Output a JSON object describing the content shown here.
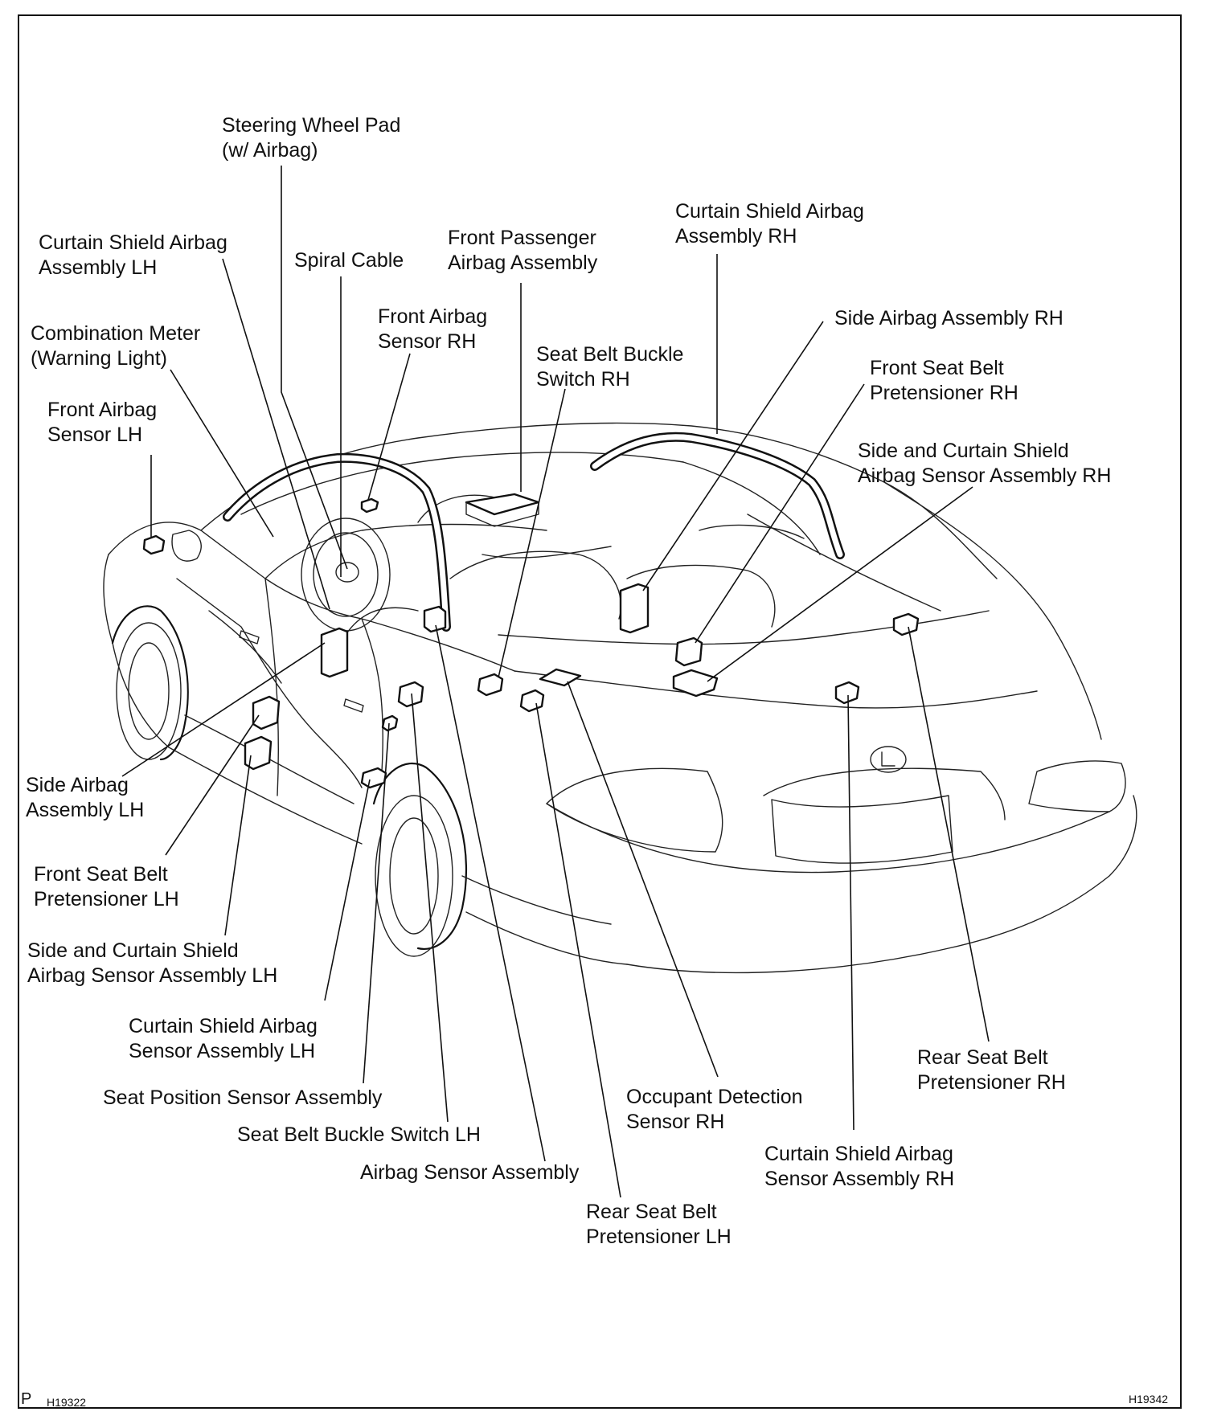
{
  "labels": {
    "steering_wheel_pad": "Steering Wheel Pad\n(w/ Airbag)",
    "curtain_shield_airbag_lh": "Curtain Shield Airbag\nAssembly LH",
    "spiral_cable": "Spiral Cable",
    "front_passenger_airbag": "Front Passenger\nAirbag Assembly",
    "curtain_shield_airbag_rh": "Curtain Shield Airbag\nAssembly RH",
    "combination_meter": "Combination Meter\n(Warning Light)",
    "front_airbag_sensor_rh": "Front Airbag\nSensor RH",
    "seat_belt_buckle_switch_rh": "Seat Belt Buckle\nSwitch RH",
    "side_airbag_rh": "Side Airbag Assembly RH",
    "front_seat_belt_pretensioner_rh": "Front Seat Belt\nPretensioner RH",
    "front_airbag_sensor_lh": "Front Airbag\nSensor LH",
    "side_curtain_sensor_rh": "Side and Curtain Shield\nAirbag Sensor Assembly RH",
    "side_airbag_lh": "Side Airbag\nAssembly LH",
    "front_seat_belt_pretensioner_lh": "Front Seat Belt\nPretensioner LH",
    "side_curtain_sensor_lh": "Side and Curtain Shield\nAirbag Sensor Assembly LH",
    "curtain_shield_sensor_lh": "Curtain Shield Airbag\nSensor Assembly LH",
    "seat_position_sensor": "Seat Position Sensor Assembly",
    "seat_belt_buckle_switch_lh": "Seat Belt Buckle Switch LH",
    "airbag_sensor_assembly": "Airbag Sensor Assembly",
    "rear_seat_belt_pretensioner_lh": "Rear Seat Belt\nPretensioner LH",
    "occupant_detection_sensor": "Occupant Detection\nSensor RH",
    "rear_seat_belt_pretensioner_rh": "Rear Seat Belt\nPretensioner RH",
    "curtain_shield_sensor_rh": "Curtain Shield Airbag\nSensor Assembly RH"
  },
  "footer": {
    "marker": "P",
    "code_left": "H19322",
    "code_right": "H19342"
  },
  "colors": {
    "ink": "#111111",
    "paper": "#ffffff"
  }
}
